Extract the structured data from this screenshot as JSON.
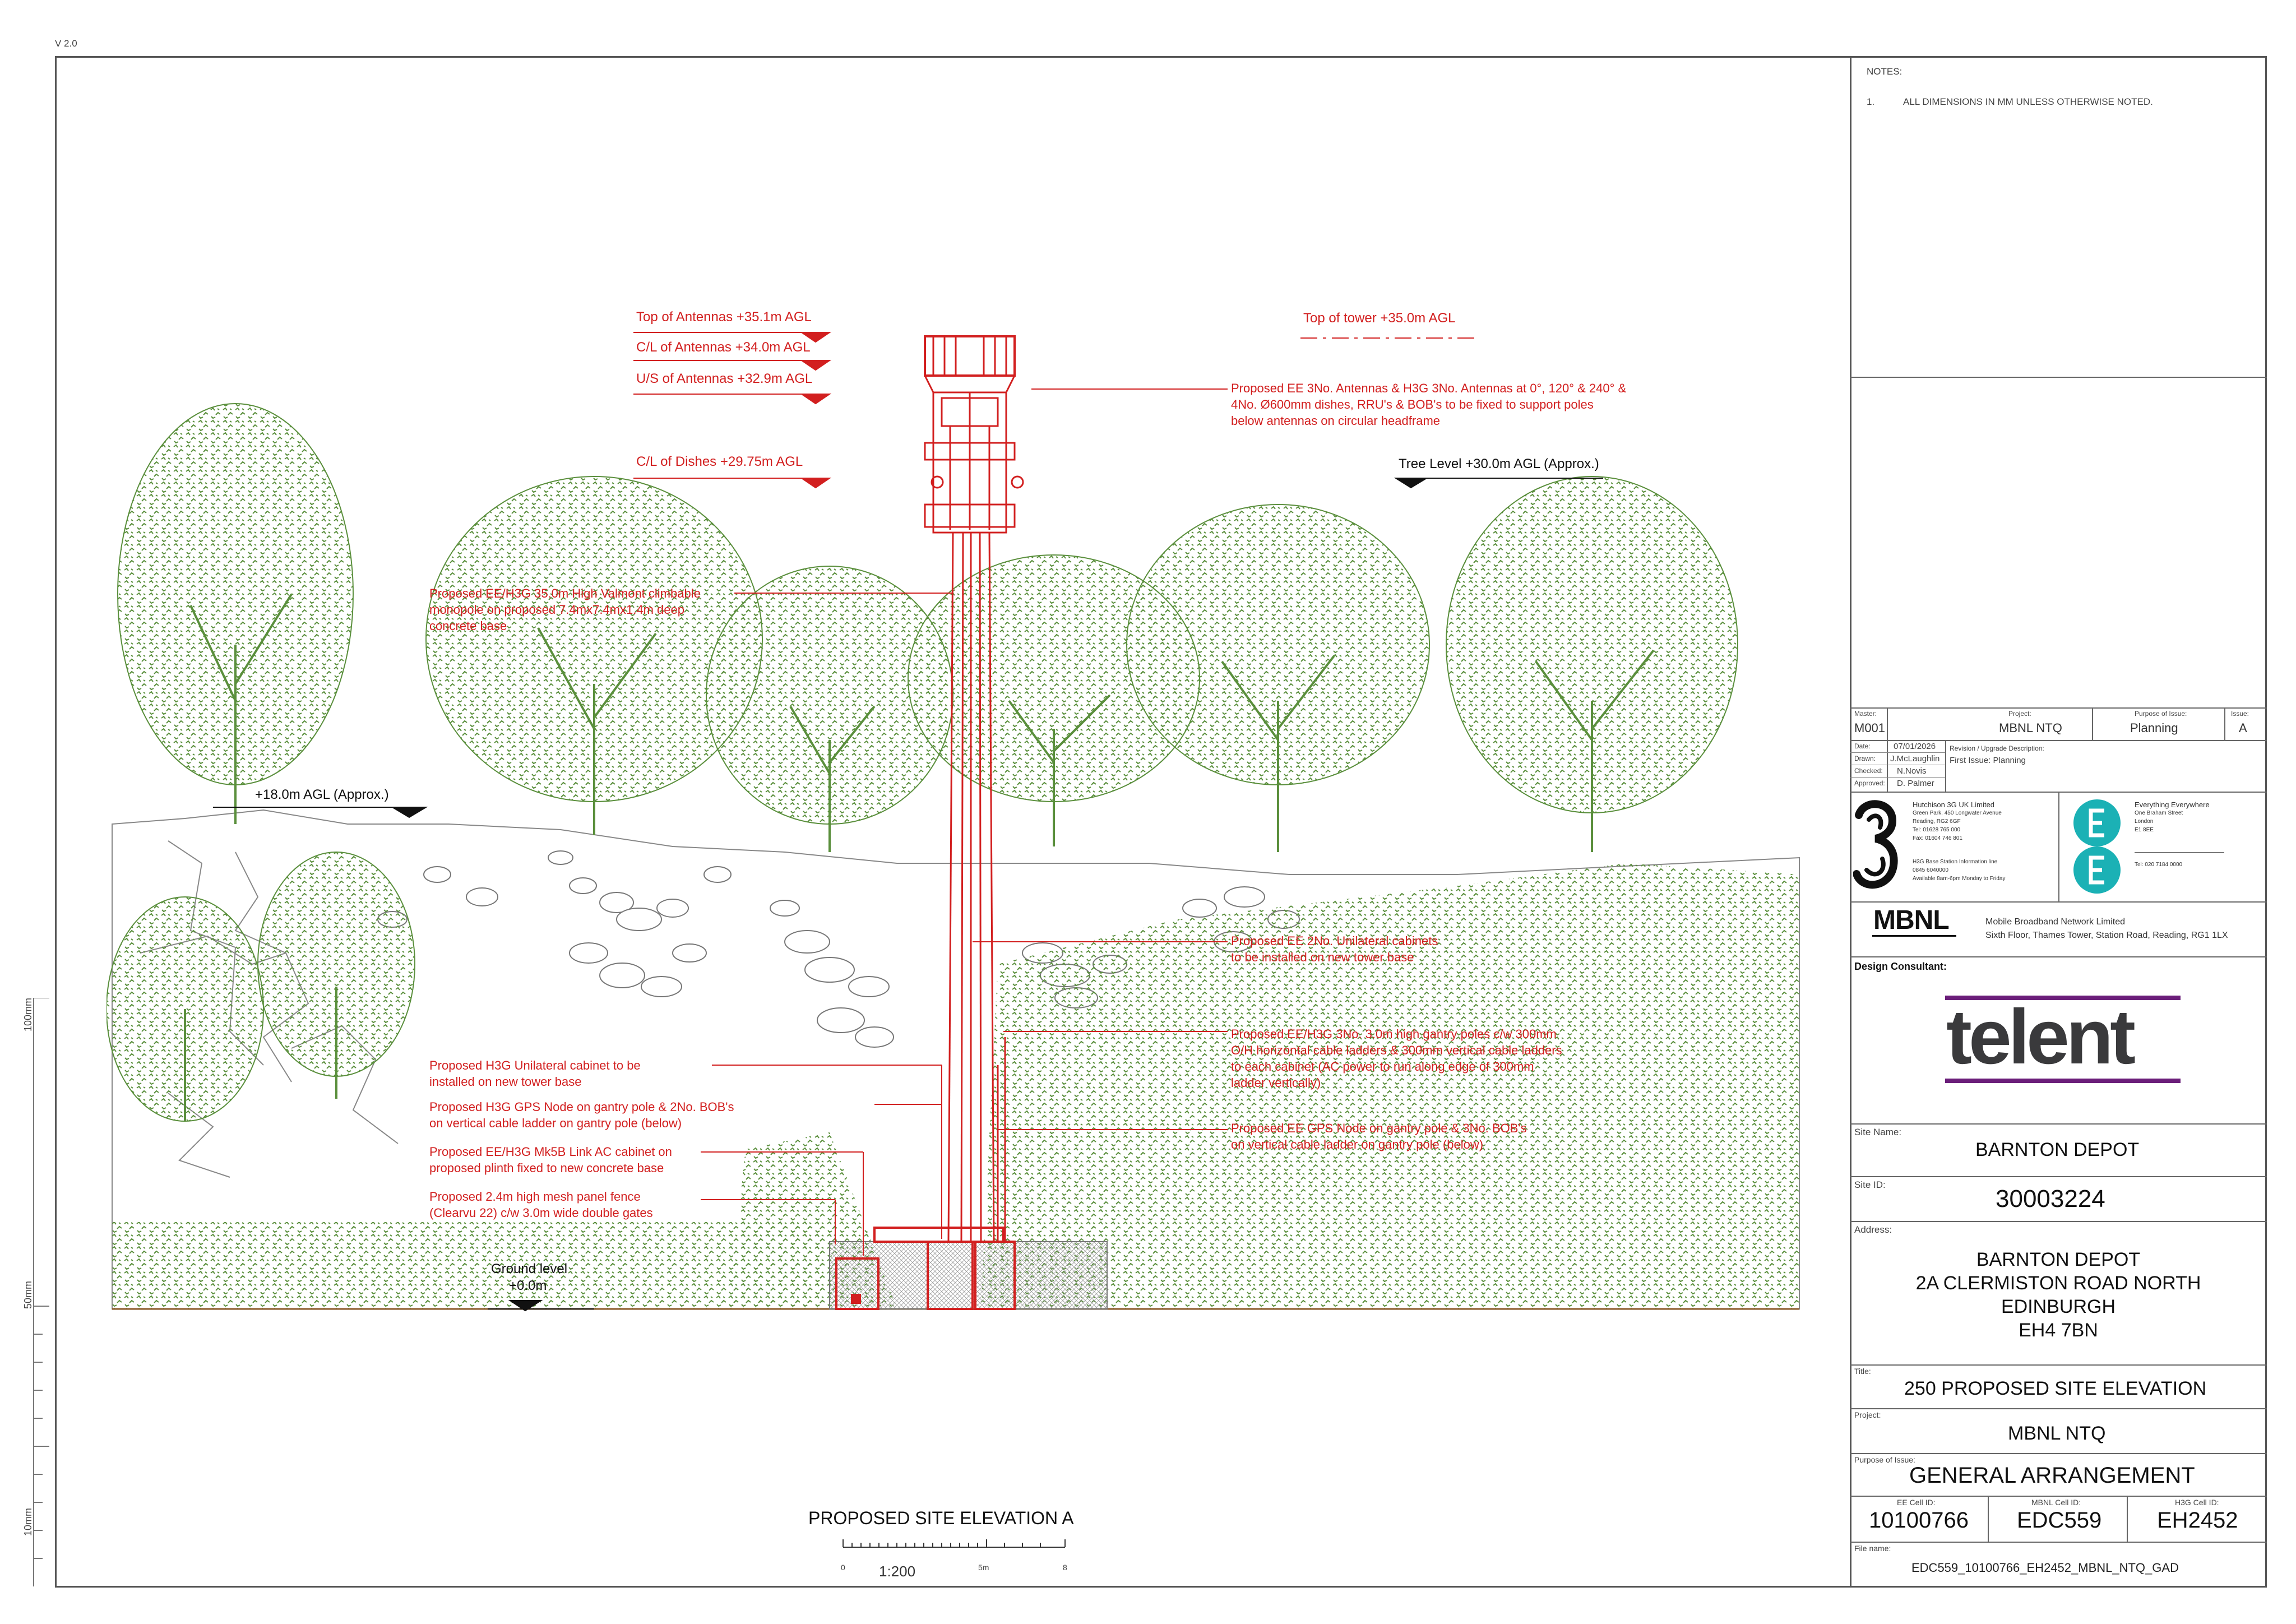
{
  "version": "V 2.0",
  "notes": {
    "heading": "NOTES:",
    "item_number": "1.",
    "item_text": "ALL DIMENSIONS IN MM UNLESS OTHERWISE NOTED."
  },
  "levels": {
    "top_antennas": "Top of Antennas +35.1m AGL",
    "cl_antennas": "C/L of Antennas +34.0m AGL",
    "us_antennas": "U/S of Antennas +32.9m AGL",
    "cl_dishes": "C/L of Dishes +29.75m AGL",
    "top_tower": "Top of tower +35.0m AGL",
    "tree_level": "Tree Level +30.0m AGL (Approx.)",
    "agl_18": "+18.0m AGL (Approx.)",
    "ground_label": "Ground level",
    "ground_value": "+0.0m"
  },
  "annotations": {
    "antennas": [
      "Proposed EE 3No. Antennas & H3G 3No. Antennas at 0°, 120° & 240° &",
      "4No. Ø600mm dishes, RRU's & BOB's to be fixed to support poles",
      "below antennas on circular headframe"
    ],
    "monopole": [
      "Proposed EE/H3G 35.0m High Valmont climbable",
      "monopole on proposed 7.4mx7.4mx1.4m deep",
      "concrete base"
    ],
    "ee_cabinets": [
      "Proposed EE 2No. Unilateral cabinets",
      "to be installed on new tower base"
    ],
    "gantry_poles": [
      "Proposed EE/H3G 3No. 3.0m high gantry poles c/w 300mm",
      "O/H horizontal cable ladders & 300mm vertical cable ladders",
      "to each cabinet (AC power to run along edge of 300mm",
      "ladder vertically)"
    ],
    "ee_gps": [
      "Proposed EE GPS Node on gantry pole & 3No. BOB's",
      "on vertical cable ladder on gantry pole (below)"
    ],
    "h3g_cabinet": [
      "Proposed H3G Unilateral cabinet to be",
      "installed on new tower base"
    ],
    "h3g_gps": [
      "Proposed H3G GPS Node on gantry pole & 2No. BOB's",
      "on vertical cable ladder on gantry pole (below)"
    ],
    "mk5b": [
      "Proposed EE/H3G Mk5B Link AC cabinet on",
      "proposed plinth fixed to new concrete base"
    ],
    "fence": [
      "Proposed 2.4m high mesh panel fence",
      "(Clearvu 22) c/w 3.0m wide double gates"
    ]
  },
  "drawing": {
    "title": "PROPOSED SITE ELEVATION A",
    "scale": "1:200",
    "scale_ticks": [
      "0",
      "5m",
      "8"
    ]
  },
  "ruler": {
    "labels": [
      "100mm",
      "50mm",
      "10mm"
    ]
  },
  "title_block": {
    "master_label": "Master:",
    "master": "M001",
    "project_label": "Project:",
    "project": "MBNL NTQ",
    "purpose_label": "Purpose of Issue:",
    "purpose": "Planning",
    "issue_label": "Issue:",
    "issue": "A",
    "date_label": "Date:",
    "date": "07/01/2026",
    "drawn_label": "Drawn:",
    "drawn": "J.McLaughlin",
    "checked_label": "Checked:",
    "checked": "N.Novis",
    "approved_label": "Approved:",
    "approved": "D. Palmer",
    "revision_label": "Revision / Upgrade Description:",
    "revision": "First Issue: Planning",
    "h3g": {
      "name": "Hutchison 3G UK Limited",
      "lines": [
        "Green Park, 450 Longwater Avenue",
        "Reading, RG2 6GF",
        "Tel: 01628 765 000",
        "Fax: 01604 746 801"
      ],
      "info": [
        "H3G Base Station Information line",
        "0845 6040000",
        "Available 8am-6pm Monday to Friday"
      ]
    },
    "ee": {
      "name": "Everything Everywhere",
      "lines": [
        "One Braham Street",
        "London",
        "E1 8EE"
      ],
      "tel": "Tel: 020 7184 0000"
    },
    "mbnl": {
      "logo": "MBNL",
      "name": "Mobile Broadband Network Limited",
      "address": "Sixth Floor, Thames Tower, Station Road, Reading, RG1 1LX"
    },
    "design_consultant_label": "Design Consultant:",
    "consultant_logo": "telent",
    "site_name_label": "Site Name:",
    "site_name": "BARNTON DEPOT",
    "site_id_label": "Site ID:",
    "site_id": "30003224",
    "address_label": "Address:",
    "address": [
      "BARNTON DEPOT",
      "2A CLERMISTON ROAD NORTH",
      "EDINBURGH",
      "EH4 7BN"
    ],
    "title_label": "Title:",
    "title": "250 PROPOSED SITE ELEVATION",
    "project2_label": "Project:",
    "project2": "MBNL NTQ",
    "purpose2_label": "Purpose of Issue:",
    "purpose2": "GENERAL ARRANGEMENT",
    "ee_cell_label": "EE Cell ID:",
    "ee_cell": "10100766",
    "mbnl_cell_label": "MBNL Cell ID:",
    "mbnl_cell": "EDC559",
    "h3g_cell_label": "H3G Cell ID:",
    "h3g_cell": "EH2452",
    "file_label": "File name:",
    "file": "EDC559_10100766_EH2452_MBNL_NTQ_GAD"
  },
  "colors": {
    "annotation": "#d21f1f",
    "vegetation": "#5a8f3c",
    "logo_purple": "#6b1e7a"
  }
}
